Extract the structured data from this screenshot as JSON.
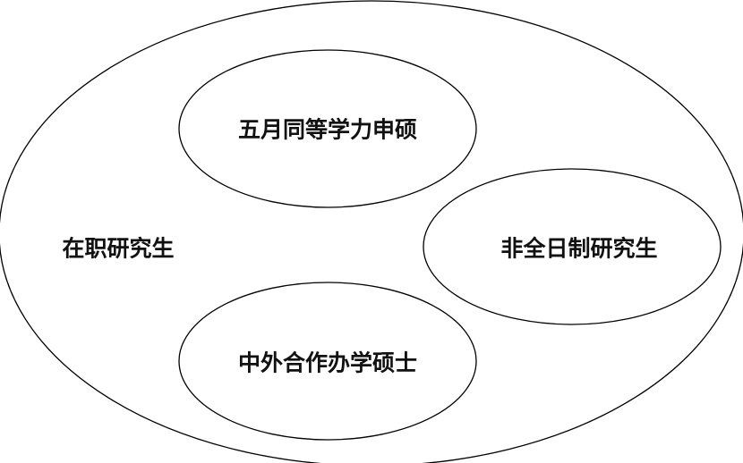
{
  "diagram": {
    "outer_label": "在职研究生",
    "inner": {
      "top_label": "五月同等学力申硕",
      "right_label": "非全日制研究生",
      "bottom_label": "中外合作办学硕士"
    }
  }
}
